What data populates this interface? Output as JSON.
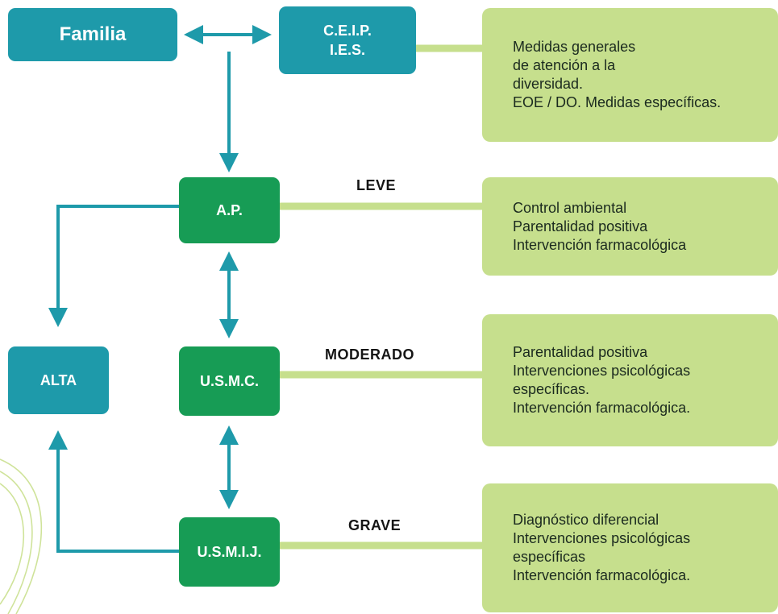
{
  "colors": {
    "teal": "#1e9aaa",
    "green": "#179c55",
    "note": "#c6df8d",
    "connector": "#c6df8d",
    "arrow": "#1e9aaa"
  },
  "nodes": {
    "familia": "Familia",
    "ceip_line1": "C.E.I.P.",
    "ceip_line2": "I.E.S.",
    "ap": "A.P.",
    "usmc": "U.S.M.C.",
    "usmij": "U.S.M.I.J.",
    "alta": "ALTA"
  },
  "severity": {
    "leve": "LEVE",
    "moderado": "MODERADO",
    "grave": "GRAVE"
  },
  "notes": {
    "ceip": "Medidas generales\nde atención a la\ndiversidad.\nEOE / DO. Medidas específicas.",
    "ap": "Control ambiental\nParentalidad positiva\nIntervención farmacológica",
    "usmc": "Parentalidad positiva\nIntervenciones psicológicas\nespecíficas.\nIntervención farmacológica.",
    "usmij": "Diagnóstico diferencial\nIntervenciones psicológicas\nespecíficas\nIntervención farmacológica."
  }
}
